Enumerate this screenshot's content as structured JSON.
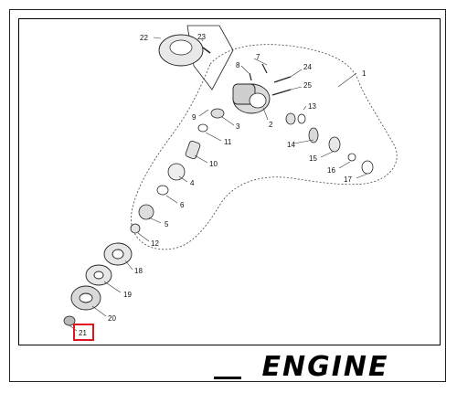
{
  "diagram": {
    "callouts": [
      {
        "id": "p1",
        "label": "1"
      },
      {
        "id": "p2",
        "label": "2"
      },
      {
        "id": "p3",
        "label": "3"
      },
      {
        "id": "p4",
        "label": "4"
      },
      {
        "id": "p5",
        "label": "5"
      },
      {
        "id": "p6",
        "label": "6"
      },
      {
        "id": "p7",
        "label": "7"
      },
      {
        "id": "p8",
        "label": "8"
      },
      {
        "id": "p9",
        "label": "9"
      },
      {
        "id": "p10",
        "label": "10"
      },
      {
        "id": "p11",
        "label": "11"
      },
      {
        "id": "p12",
        "label": "12"
      },
      {
        "id": "p13",
        "label": "13"
      },
      {
        "id": "p14",
        "label": "14"
      },
      {
        "id": "p15",
        "label": "15"
      },
      {
        "id": "p16",
        "label": "16"
      },
      {
        "id": "p17",
        "label": "17"
      },
      {
        "id": "p18",
        "label": "18"
      },
      {
        "id": "p19",
        "label": "19"
      },
      {
        "id": "p20",
        "label": "20"
      },
      {
        "id": "p21",
        "label": "21"
      },
      {
        "id": "p22",
        "label": "22"
      },
      {
        "id": "p23",
        "label": "23"
      },
      {
        "id": "p24",
        "label": "24"
      },
      {
        "id": "p25",
        "label": "25"
      }
    ],
    "highlighted_part": "21",
    "highlight_color": "#e0141e"
  },
  "brand": {
    "logo_text": "ENGINE",
    "logo_color": "#000000"
  }
}
